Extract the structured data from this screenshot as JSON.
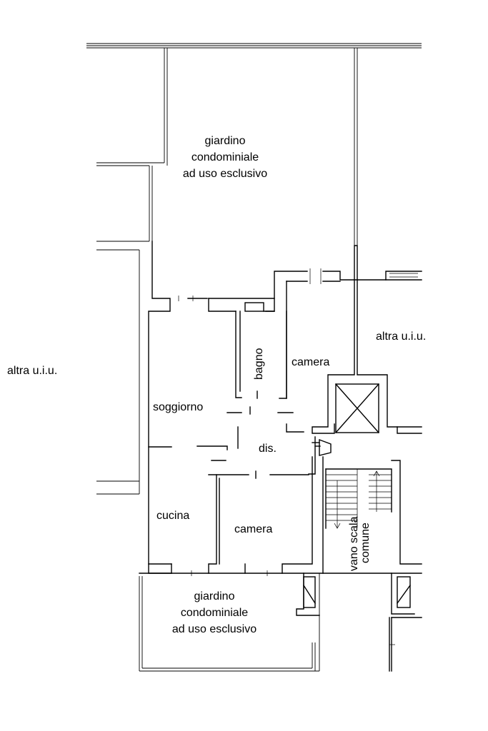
{
  "labels": {
    "giardino_top": [
      "giardino",
      "condominiale",
      "ad uso esclusivo"
    ],
    "giardino_bottom": [
      "giardino",
      "condominiale",
      "ad uso esclusivo"
    ],
    "altra_left": "altra u.i.u.",
    "altra_right": "altra u.i.u.",
    "soggiorno": "soggiorno",
    "bagno": "bagno",
    "camera_top": "camera",
    "dis": "dis.",
    "cucina": "cucina",
    "camera_bottom": "camera",
    "vano_scala": "vano scala",
    "comune": "comune"
  }
}
